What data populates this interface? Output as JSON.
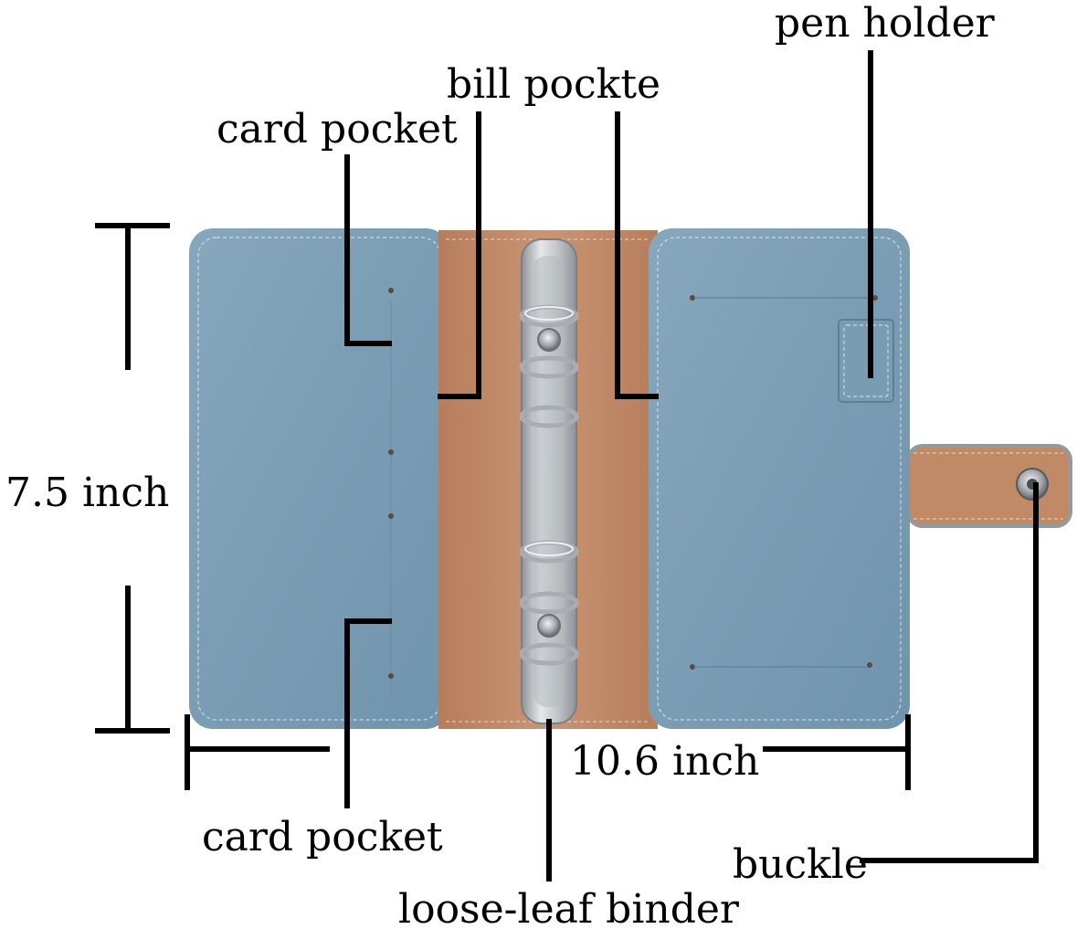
{
  "labels": {
    "card_pocket_top": "card pocket",
    "bill_pocket": "bill pockte",
    "pen_holder": "pen holder",
    "height_dimension": "7.5 inch",
    "width_dimension": "10.6 inch",
    "card_pocket_bottom": "card pocket",
    "buckle": "buckle",
    "binder": "loose-leaf binder"
  },
  "colors": {
    "cover": "#7d9fb5",
    "cover_shade": "#6f93ab",
    "spine": "#c18a66",
    "spine_shade": "#a87352",
    "metal": "#c7cacd",
    "line": "#000000"
  },
  "icons": {
    "binder_rings": "ring-binder-icon",
    "snap_button": "snap-button-icon"
  }
}
